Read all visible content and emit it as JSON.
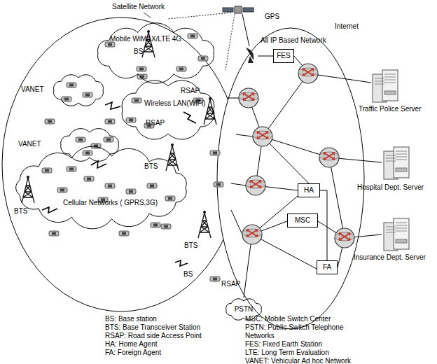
{
  "diagram": {
    "nodes": [
      {
        "text": [
          "Mobile WiMAX/LTE 4G",
          "BS"
        ]
      },
      {
        "text": [
          "VANET"
        ]
      },
      {
        "text": [
          "VANET"
        ]
      },
      {
        "text": [
          "RSAP",
          "Wireless LAN(WiFi)",
          "RSAP"
        ]
      },
      {
        "text": [
          "Cellular Networks ( GPRS,3G)"
        ]
      },
      {
        "text": [
          "FES"
        ]
      },
      {
        "text": [
          "HA"
        ]
      },
      {
        "text": [
          "MSC"
        ]
      },
      {
        "text": [
          "FA"
        ]
      },
      {
        "text": [
          "PSTN"
        ]
      }
    ],
    "edges": [
      {
        "from": 6,
        "to": 8,
        "arrow": "none"
      }
    ],
    "labels": [
      "Satellite Network",
      "GPS",
      "Internet",
      "All IP Based Network",
      "BTS",
      "BTS",
      "BTS",
      "BS",
      "RSAP",
      "Traffic Police Server",
      "Hospital Dept. Server",
      "Insurance Dept. Server",
      "BS: Base station",
      "BTS: Base Transceiver Station",
      "RSAP: Road side Access Point",
      "HA: Home Agent",
      "FA: Foreign Agent",
      "MSC: Mobile Switch Center",
      "PSTN: Public Switch Telephone Networks",
      "FES: Fixed Earth Station",
      "LTE: Long Term Evaluation",
      "VANET: Vehicular Ad hoc Network"
    ]
  }
}
